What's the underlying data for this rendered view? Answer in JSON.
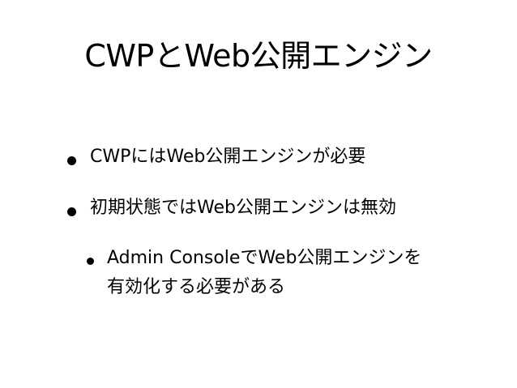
{
  "slide": {
    "title": "CWPとWeb公開エンジン",
    "bullets": [
      {
        "text": "CWPにはWeb公開エンジンが必要"
      },
      {
        "text": "初期状態ではWeb公開エンジンは無効"
      }
    ],
    "sub_bullet": {
      "line1": "Admin ConsoleでWeb公開エンジンを",
      "line2": "有効化する必要がある"
    }
  }
}
